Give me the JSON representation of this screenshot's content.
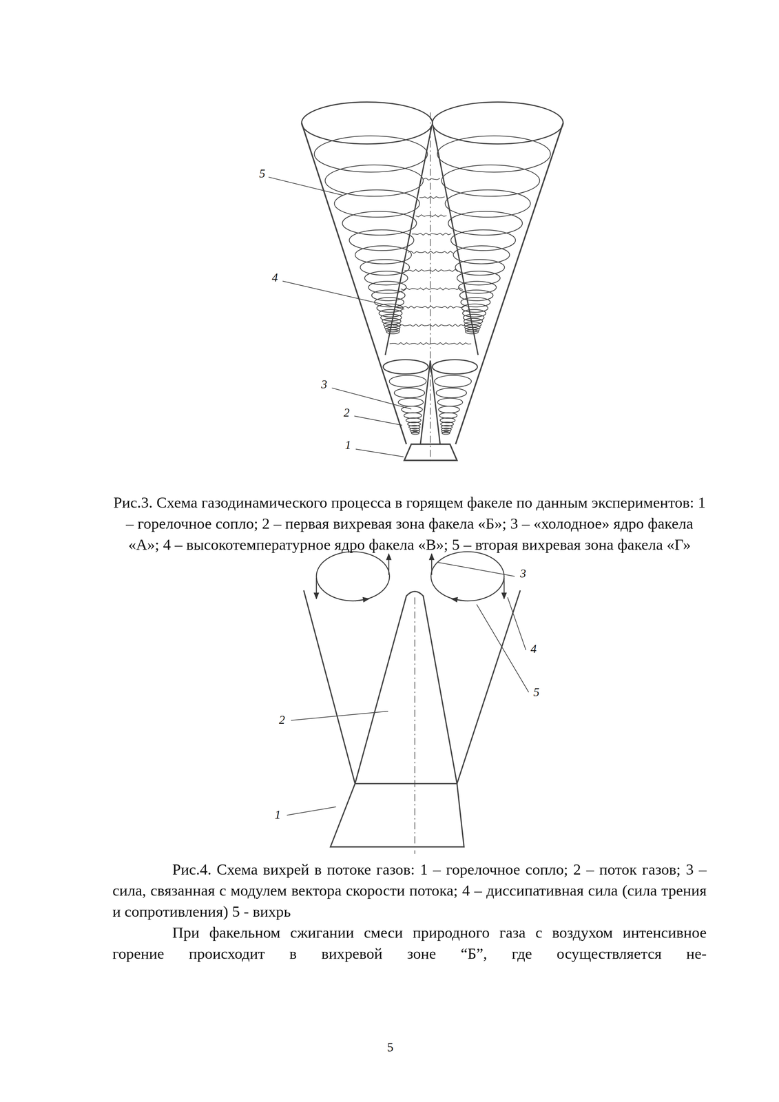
{
  "diagram": {
    "labels": [
      "5",
      "4",
      "3",
      "2",
      "1",
      "Рис.3. Схема газодинамического процесса в горящем факеле по данным экспериментов: 1 – горелочное сопло; 2 – первая вихревая зона факела «Б»; 3 – «холодное» ядро факела «А»; 4 – высокотемпературное ядро факела «В»; 5 – вторая вихревая зона факела «Г»",
      "3",
      "4",
      "5",
      "2",
      "1",
      "Рис.4. Схема вихрей в потоке газов: 1 – горелочное сопло; 2 – поток газов; 3 – сила, связанная с модулем вектора скорости потока; 4 – диссипативная сила (сила трения и сопротивления) 5 - вихрь",
      "При факельном сжигании смеси природного газа с воздухом интенсивное горение происходит в вихревой зоне “Б”, где осуществляется не-",
      "5"
    ]
  }
}
